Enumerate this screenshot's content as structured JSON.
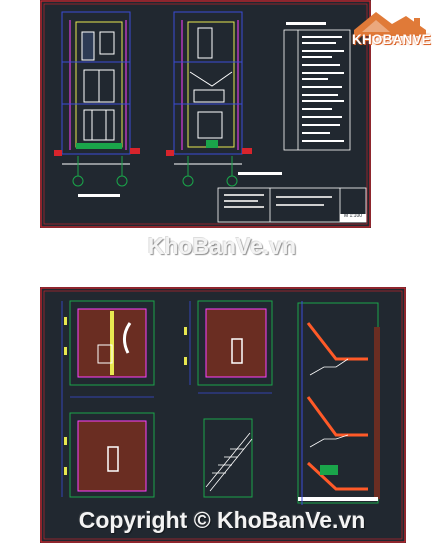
{
  "brand": {
    "logo_text": "KHOBANVE",
    "colors": {
      "orange": "#e07a38",
      "drawing_bg": "#212830",
      "frame_red": "#d8242c"
    }
  },
  "watermarks": {
    "top": "KhoBanVe.vn",
    "bottom": "Copyright © KhoBanVe.vn"
  },
  "sheets": {
    "top": {
      "stamp": "M 1:100"
    },
    "bottom": {
      "stamp": ""
    }
  }
}
